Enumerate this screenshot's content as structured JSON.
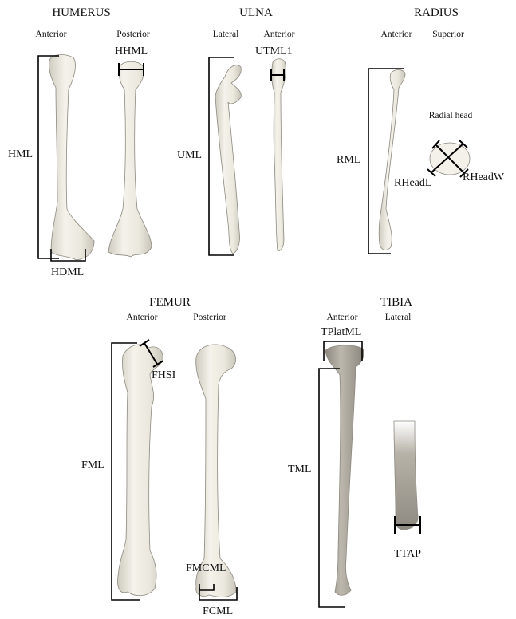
{
  "humerus": {
    "title": "HUMERUS",
    "views": [
      "Anterior",
      "Posterior"
    ],
    "labels": {
      "length": "HML",
      "head": "HHML",
      "distal": "HDML"
    }
  },
  "ulna": {
    "title": "ULNA",
    "views": [
      "Lateral",
      "Anterior"
    ],
    "labels": {
      "length": "UML",
      "trochlear": "UTML1"
    }
  },
  "radius": {
    "title": "RADIUS",
    "views": [
      "Anterior",
      "Superior"
    ],
    "caption": "Radial head",
    "labels": {
      "length": "RML",
      "head_length": "RHeadL",
      "head_width": "RHeadW"
    }
  },
  "femur": {
    "title": "FEMUR",
    "views": [
      "Anterior",
      "Posterior"
    ],
    "labels": {
      "length": "FML",
      "head": "FHSI",
      "medial_condyle": "FMCML",
      "condyles": "FCML"
    }
  },
  "tibia": {
    "title": "TIBIA",
    "views": [
      "Anterior",
      "Lateral"
    ],
    "labels": {
      "length": "TML",
      "plateau": "TPlatML",
      "tuberosity": "TTAP"
    }
  },
  "colors": {
    "bone_light": "#f1efe6",
    "bone_mid": "#dcd9cf",
    "tibia": "#a9a49b",
    "line": "#000000"
  }
}
